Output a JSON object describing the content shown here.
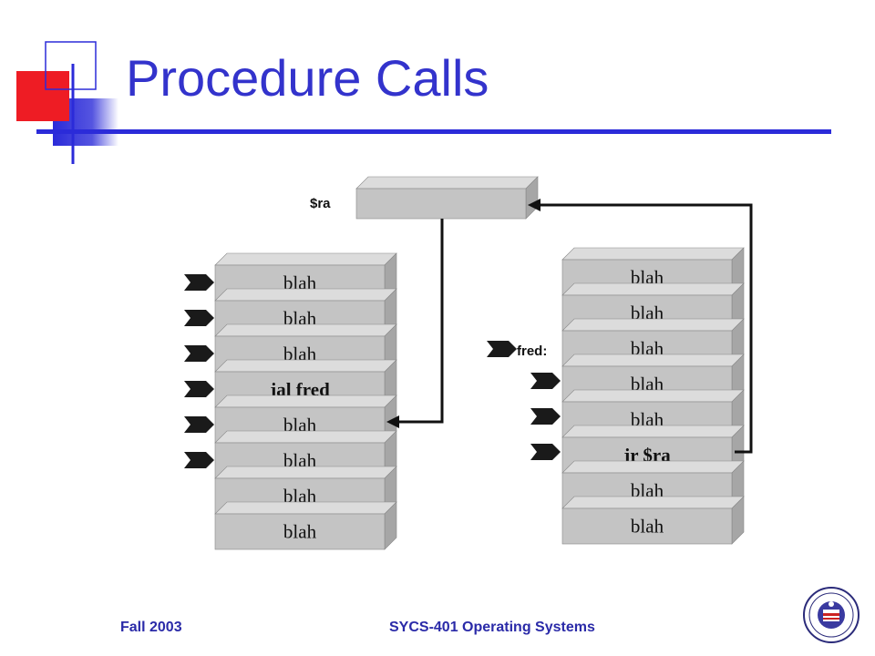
{
  "slide": {
    "title": "Procedure Calls",
    "footer_left": "Fall 2003",
    "footer_center": "SYCS-401 Operating Systems"
  },
  "diagram": {
    "register_label": "$ra",
    "fred_label": "fred:",
    "caller_stack": [
      "blah",
      "blah",
      "blah",
      "jal fred",
      "blah",
      "blah",
      "blah",
      "blah"
    ],
    "callee_stack": [
      "blah",
      "blah",
      "blah",
      "blah",
      "blah",
      "jr $ra",
      "blah",
      "blah"
    ],
    "caller_arrows": 6,
    "callee_arrows": 3
  },
  "colors": {
    "title": "#3333cc",
    "accent_red": "#ee1c24",
    "accent_blue": "#2b2bd9",
    "block_face": "#c4c4c4",
    "block_side": "#a6a6a6"
  }
}
